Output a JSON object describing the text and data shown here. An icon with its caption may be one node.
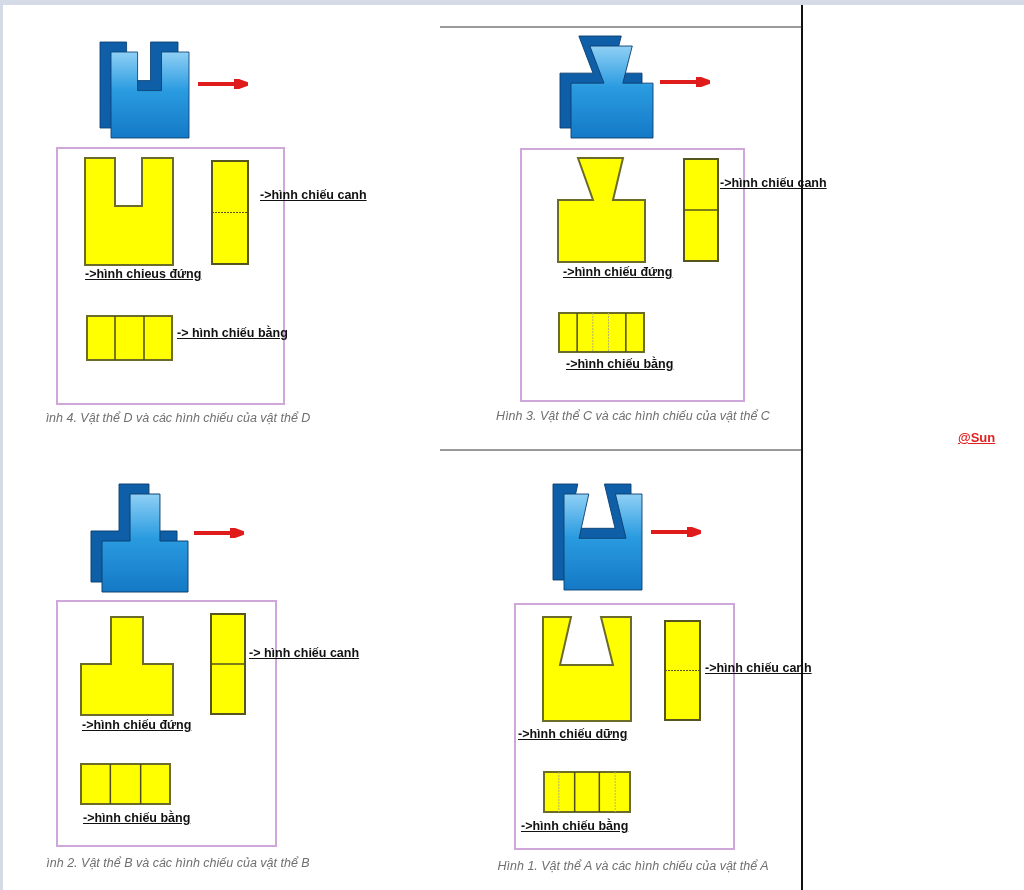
{
  "diagram": {
    "nodes": [
      {
        "text": [],
        "shape": "block"
      },
      {
        "text": [],
        "shape": "box"
      },
      {
        "text": [],
        "shape": "polygon",
        "in": 1,
        "beside": [
          "->hình chieus đứng"
        ]
      },
      {
        "text": [],
        "shape": "rectangle",
        "in": 1,
        "beside": [
          "->hình  chiếu canh"
        ]
      },
      {
        "text": [],
        "shape": "rectangle",
        "in": 1,
        "beside": [
          "-> hình chiếu bằng"
        ]
      },
      {
        "text": [],
        "shape": "block"
      },
      {
        "text": [],
        "shape": "box"
      },
      {
        "text": [],
        "shape": "polygon",
        "in": 6,
        "beside": [
          "->hình chiếu đứng"
        ]
      },
      {
        "text": [],
        "shape": "rectangle",
        "in": 6,
        "beside": [
          "->hình chiếu canh"
        ]
      },
      {
        "text": [],
        "shape": "rectangle",
        "in": 6,
        "beside": [
          "->hình chiếu bằng"
        ]
      },
      {
        "text": [],
        "shape": "block"
      },
      {
        "text": [],
        "shape": "box"
      },
      {
        "text": [],
        "shape": "polygon",
        "in": 11,
        "beside": [
          "->hình chiếu đứng"
        ]
      },
      {
        "text": [],
        "shape": "rectangle",
        "in": 11,
        "beside": [
          "-> hình chiếu canh"
        ]
      },
      {
        "text": [],
        "shape": "rectangle",
        "in": 11,
        "beside": [
          "->hình chiếu bằng"
        ]
      },
      {
        "text": [],
        "shape": "block"
      },
      {
        "text": [],
        "shape": "box"
      },
      {
        "text": [],
        "shape": "polygon",
        "in": 16,
        "beside": [
          "->hình chiếu dững"
        ]
      },
      {
        "text": [],
        "shape": "rectangle",
        "in": 16,
        "beside": [
          "->hình chiếu canh"
        ]
      },
      {
        "text": [],
        "shape": "rectangle",
        "in": 16,
        "beside": [
          "->hình chiếu bằng"
        ]
      }
    ],
    "labels": [
      "ình 4. Vật thể D và các hình chiếu của vật thể D",
      "Hình 3. Vật thể C và các hình chiếu của vật thể C",
      "@Sun",
      "ình 2. Vật thể B và các hình chiếu của vật thể B",
      "Hình 1. Vật thể A và các hình chiếu của vật thể A"
    ]
  }
}
